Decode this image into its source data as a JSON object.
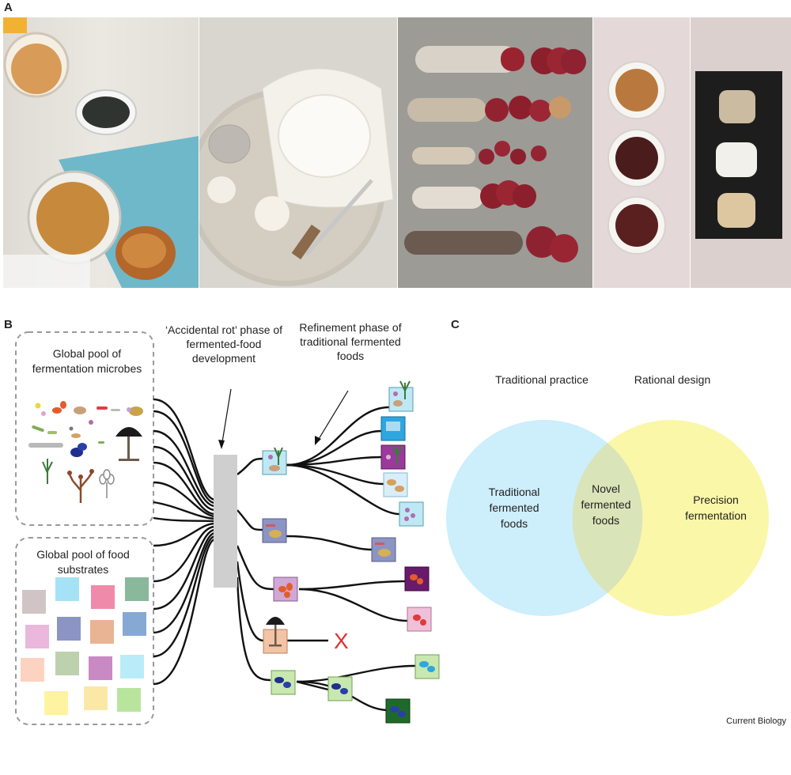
{
  "panels": {
    "a": "A",
    "b": "B",
    "c": "C"
  },
  "photos": [
    {
      "name": "kombucha-photo",
      "subject": "kombucha tea and SCOBY"
    },
    {
      "name": "cheese-photo",
      "subject": "bloomy-rind cheeses on a board"
    },
    {
      "name": "salami-photo",
      "subject": "cured salami sausages"
    },
    {
      "name": "miso-photo",
      "subject": "bowls of fermented pastes"
    },
    {
      "name": "koji-photo",
      "subject": "tray of grains"
    }
  ],
  "diagram_b": {
    "microbe_pool_label": "Global pool of fermentation microbes",
    "substrate_pool_label": "Global pool of food substrates",
    "rot_phase_label": "‘Accidental rot’ phase of fermented-food development",
    "refinement_label": "Refinement phase of traditional fermented foods",
    "failed_marker": "X",
    "colors": {
      "pool_border": "#9a9a9a",
      "rot_bar": "#cfcfcf",
      "lines": "#111111",
      "fail": "#e03030"
    }
  },
  "venn_c": {
    "top_left_label": "Traditional practice",
    "top_right_label": "Rational design",
    "left_label": "Traditional fermented foods",
    "overlap_label": "Novel fermented foods",
    "right_label": "Precision fermentation",
    "colors": {
      "left_circle": "#cdeefb",
      "right_circle": "#fbf7a8"
    }
  },
  "credit": "Current Biology"
}
